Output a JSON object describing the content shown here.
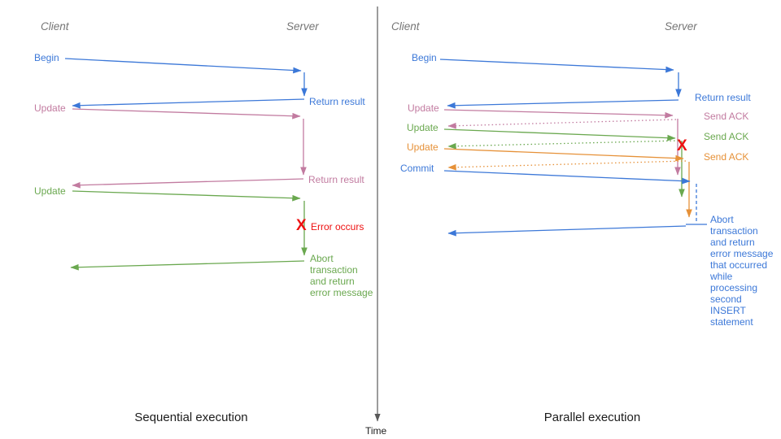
{
  "palette": {
    "blue": "#3c78d8",
    "pink": "#c27ba0",
    "green": "#6aa84f",
    "orange": "#e69138",
    "red": "#ee1111",
    "header_gray": "#757575",
    "text_black": "#1c1c1c",
    "axis_gray": "#595959"
  },
  "time_axis": {
    "label": "Time"
  },
  "left": {
    "caption": "Sequential execution",
    "client_header": "Client",
    "server_header": "Server",
    "begin_label": "Begin",
    "return_result_1": "Return result",
    "update_1": "Update",
    "return_result_2": "Return result",
    "update_2": "Update",
    "error_x": "X",
    "error_label": "Error occurs",
    "abort_message": "Abort\ntransaction\nand return\nerror message"
  },
  "right": {
    "caption": "Parallel execution",
    "client_header": "Client",
    "server_header": "Server",
    "begin_label": "Begin",
    "return_result": "Return result",
    "update_1": "Update",
    "send_ack_1": "Send ACK",
    "update_2": "Update",
    "send_ack_2": "Send ACK",
    "update_3": "Update",
    "send_ack_3": "Send ACK",
    "commit_label": "Commit",
    "error_x": "X",
    "abort_message": "Abort\ntransaction\nand return\nerror message\nthat occurred\nwhile\nprocessing\nsecond\nINSERT\nstatement"
  }
}
